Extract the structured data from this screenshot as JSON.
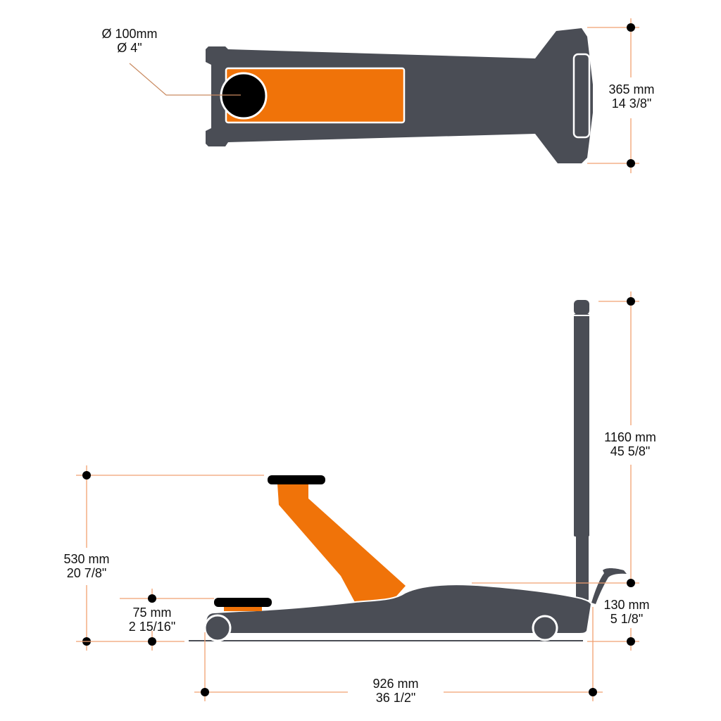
{
  "colors": {
    "body": "#4a4d55",
    "accent": "#f07309",
    "pad": "#000000",
    "dimension_line": "#f0a070",
    "dot": "#000000",
    "background": "#ffffff"
  },
  "top_view": {
    "saddle_diameter": {
      "metric": "Ø 100mm",
      "imperial": "Ø 4\""
    },
    "width": {
      "metric": "365 mm",
      "imperial": "14 3/8\""
    }
  },
  "side_view": {
    "handle_height": {
      "metric": "1160 mm",
      "imperial": "45 5/8\""
    },
    "max_lift_height": {
      "metric": "530 mm",
      "imperial": "20 7/8\""
    },
    "min_lift_height": {
      "metric": "75 mm",
      "imperial": "2 15/16\""
    },
    "body_height": {
      "metric": "130 mm",
      "imperial": "5 1/8\""
    },
    "length": {
      "metric": "926 mm",
      "imperial": "36 1/2\""
    }
  }
}
